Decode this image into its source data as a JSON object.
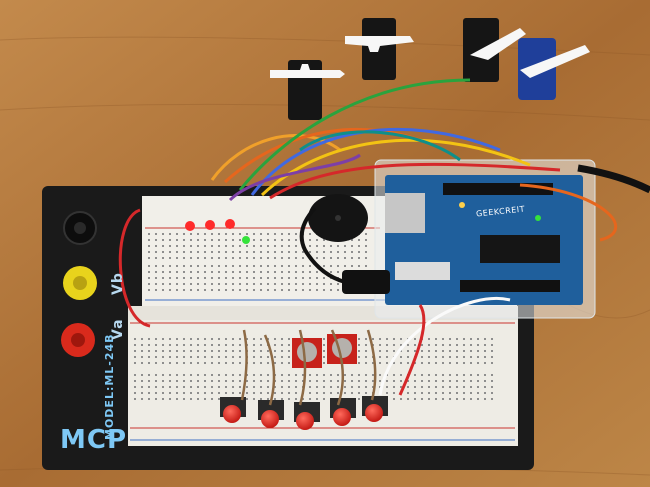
{
  "board_brand": "MCP",
  "board_model": "MODEL:ML-24B",
  "terminal_a": "Va",
  "terminal_b": "Vb",
  "arduino_brand": "GEEKCREIT",
  "counts": {
    "servos": 4,
    "pushbuttons": 5,
    "potentiometers": 2,
    "leds": 4
  },
  "colors": {
    "table": "#b0773a",
    "breadboard_base": "#1a1a1a",
    "breadboard": "#f1efe9",
    "arduino": "#1f5f9c",
    "led_red": "#ff2a2a",
    "led_green": "#35e23b",
    "button_cap": "#e02420"
  }
}
